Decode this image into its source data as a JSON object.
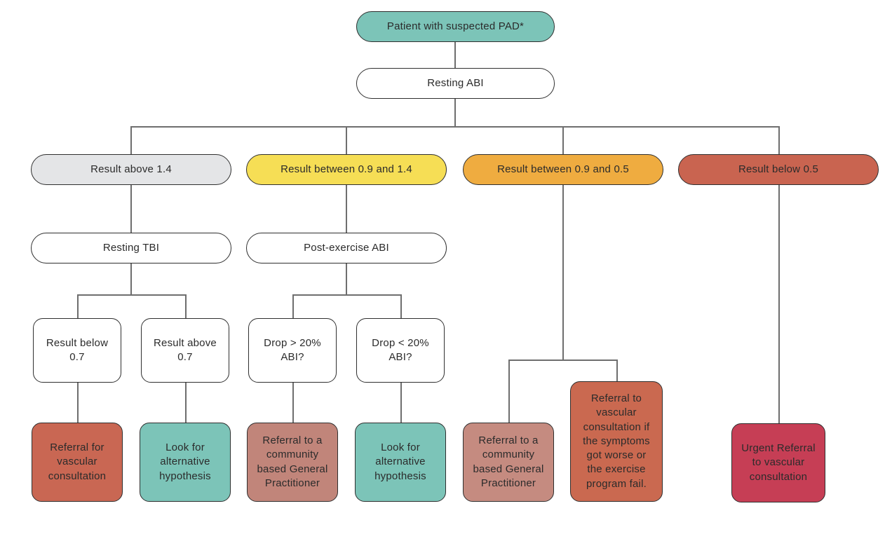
{
  "flowchart": {
    "root": "Patient with suspected PAD*",
    "first_test": "Resting ABI",
    "branches": [
      {
        "result": "Result above 1.4",
        "color": "#e4e5e7",
        "next_test": "Resting TBI",
        "outcomes": [
          {
            "condition": "Result below 0.7",
            "action": "Referral for vascular consultation",
            "action_color": "#c96753"
          },
          {
            "condition": "Result above 0.7",
            "action": "Look for alternative hypothesis",
            "action_color": "#7cc4b8"
          }
        ]
      },
      {
        "result": "Result between 0.9 and 1.4",
        "color": "#f6de55",
        "next_test": "Post-exercise ABI",
        "outcomes": [
          {
            "condition": "Drop > 20% ABI?",
            "action": "Referral to a community based General Practitioner",
            "action_color": "#c1857a"
          },
          {
            "condition": "Drop < 20% ABI?",
            "action": "Look for alternative hypothesis",
            "action_color": "#7cc4b8"
          }
        ]
      },
      {
        "result": "Result between 0.9 and 0.5",
        "color": "#efac40",
        "outcomes": [
          {
            "action": "Referral to a community based General Practitioner",
            "action_color": "#c58b80"
          },
          {
            "action": "Referral to vascular consultation if the symptoms got worse or the exercise program fail.",
            "action_color": "#ca6950"
          }
        ]
      },
      {
        "result": "Result below 0.5",
        "color": "#c96450",
        "outcomes": [
          {
            "action": "Urgent Referral to vascular consultation",
            "action_color": "#c63e55"
          }
        ]
      }
    ],
    "colors": {
      "teal": "#7cc4b8",
      "node_border": "#2f2f2f",
      "connector": "#6e6e6e",
      "text": "#2b2b2b",
      "background": "#ffffff"
    }
  }
}
